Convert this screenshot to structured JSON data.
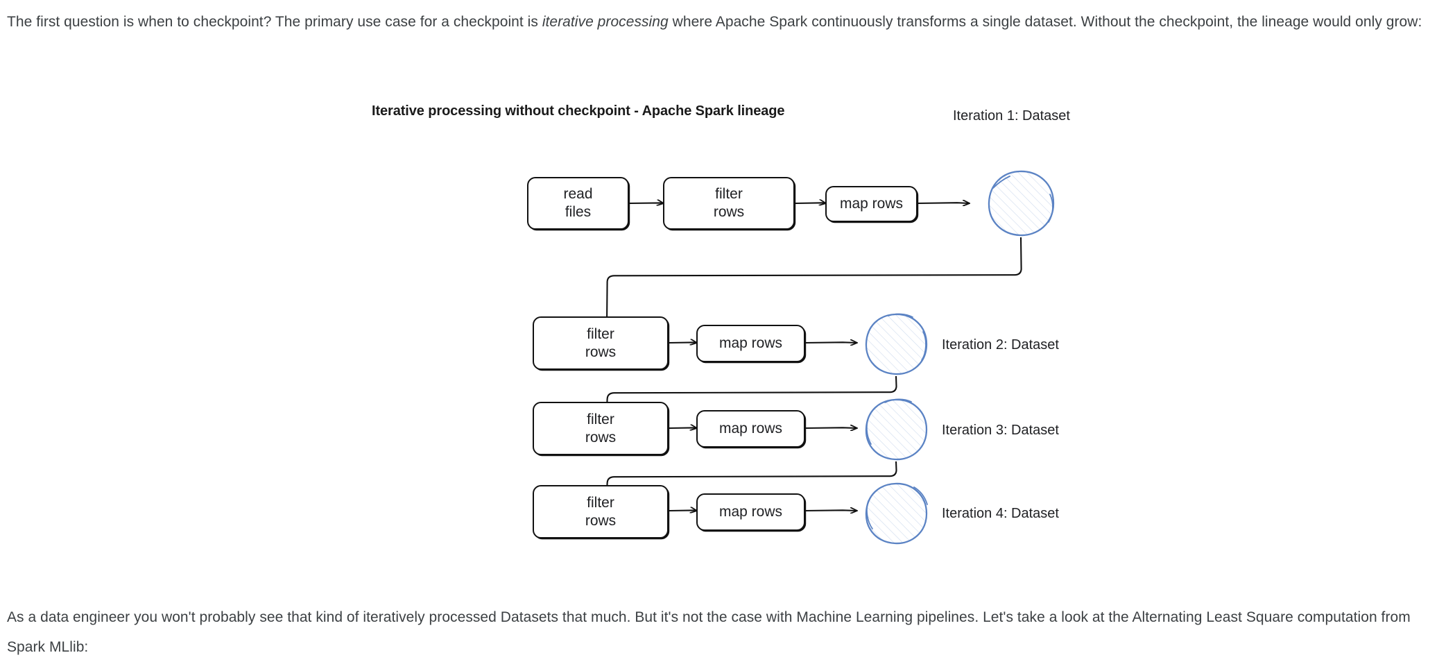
{
  "page": {
    "background": "#ffffff",
    "text_color": "#3c4043"
  },
  "intro_paragraph": {
    "before_italic": "The first question is when to checkpoint? The primary use case for a checkpoint is ",
    "italic": "iterative processing",
    "after_italic": " where Apache Spark continuously transforms a single dataset. Without the checkpoint, the lineage would only grow:"
  },
  "outro_paragraph": {
    "text": "As a data engineer you won't probably see that kind of iteratively processed Datasets that much. But it's not the case with Machine Learning pipelines. Let's take a look at the Alternating Least Square computation from Spark MLlib:"
  },
  "diagram": {
    "title": "Iterative processing without checkpoint - Apache Spark lineage",
    "node_colors": {
      "box_stroke": "#111111",
      "box_fill": "#ffffff",
      "circle_stroke": "#5b83c4",
      "circle_hatch": "#9fb8dd",
      "arrow": "#111111"
    },
    "rows": [
      {
        "id": "iteration-1",
        "boxes": [
          {
            "id": "read-files",
            "label": "read\nfiles"
          },
          {
            "id": "filter-rows-1",
            "label": "filter\nrows"
          },
          {
            "id": "map-rows-1",
            "label": "map rows"
          }
        ],
        "dataset_label": "Iteration 1: Dataset"
      },
      {
        "id": "iteration-2",
        "boxes": [
          {
            "id": "filter-rows-2",
            "label": "filter\nrows"
          },
          {
            "id": "map-rows-2",
            "label": "map rows"
          }
        ],
        "dataset_label": "Iteration 2: Dataset"
      },
      {
        "id": "iteration-3",
        "boxes": [
          {
            "id": "filter-rows-3",
            "label": "filter\nrows"
          },
          {
            "id": "map-rows-3",
            "label": "map rows"
          }
        ],
        "dataset_label": "Iteration 3: Dataset"
      },
      {
        "id": "iteration-4",
        "boxes": [
          {
            "id": "filter-rows-4",
            "label": "filter\nrows"
          },
          {
            "id": "map-rows-4",
            "label": "map rows"
          }
        ],
        "dataset_label": "Iteration 4: Dataset"
      }
    ]
  }
}
